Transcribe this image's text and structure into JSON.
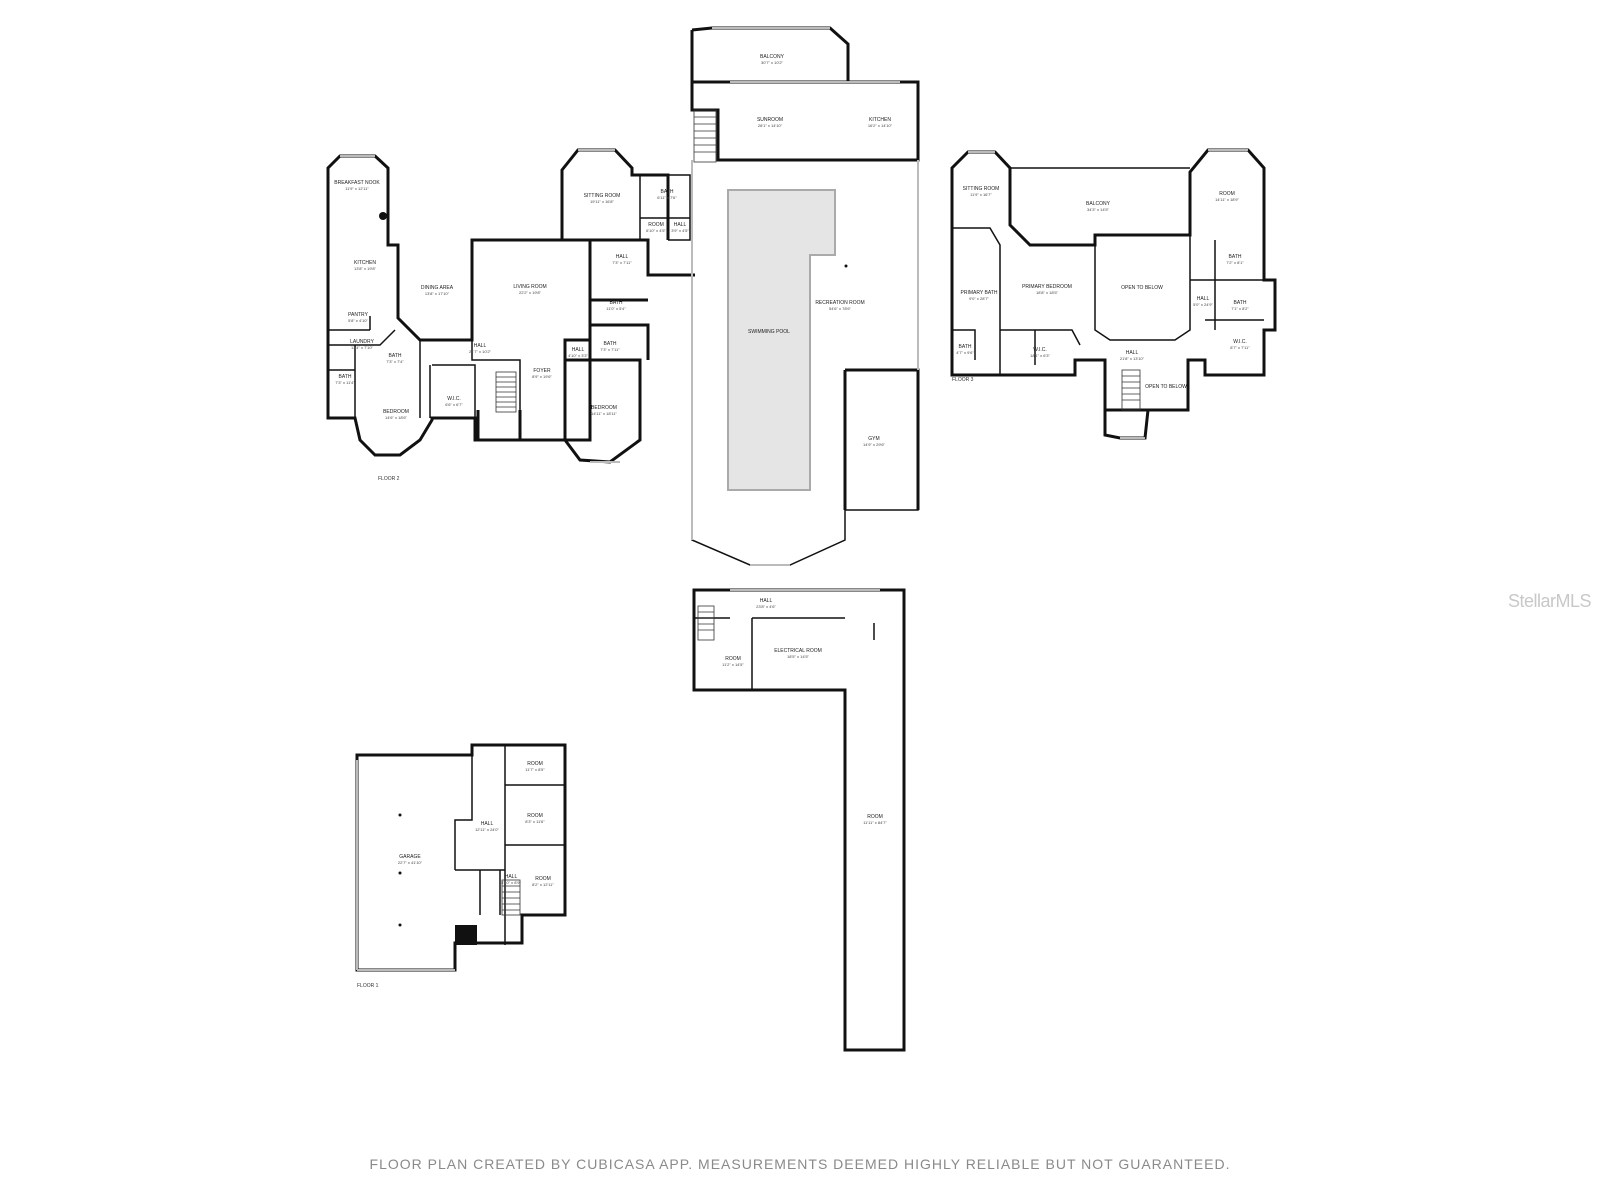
{
  "footer_text": "FLOOR PLAN CREATED BY CUBICASA APP. MEASUREMENTS DEEMED HIGHLY RELIABLE BUT NOT GUARANTEED.",
  "watermark": "StellarMLS",
  "floor_labels": {
    "main": "FLOOR 2",
    "upper": "FLOOR 3",
    "lower": "FLOOR 1"
  },
  "rooms": {
    "balcony_top": {
      "name": "BALCONY",
      "dim": "30'7\" x 10'2\""
    },
    "sunroom": {
      "name": "SUNROOM",
      "dim": "28'1\" x 14'10\""
    },
    "kitchen_top": {
      "name": "KITCHEN",
      "dim": "16'2\" x 14'10\""
    },
    "breakfast_nook": {
      "name": "BREAKFAST NOOK",
      "dim": "11'9\" x 12'11\""
    },
    "kitchen_main": {
      "name": "KITCHEN",
      "dim": "13'8\" x 19'8\""
    },
    "pantry": {
      "name": "PANTRY",
      "dim": "5'8\" x 4'10\""
    },
    "laundry": {
      "name": "LAUNDRY",
      "dim": "13'4\" x 7'10\""
    },
    "bath_left": {
      "name": "BATH",
      "dim": "7'3\" x 11'4\""
    },
    "bath_small": {
      "name": "BATH",
      "dim": "7'3\" x 7'4\""
    },
    "dining_area": {
      "name": "DINING AREA",
      "dim": "13'8\" x 17'10\""
    },
    "living_room": {
      "name": "LIVING ROOM",
      "dim": "22'2\" x 19'8\""
    },
    "hall_living": {
      "name": "HALL",
      "dim": "21'7\" x 10'2\""
    },
    "bedroom_left": {
      "name": "BEDROOM",
      "dim": "14'6\" x 18'6\""
    },
    "wic_main": {
      "name": "W.I.C.",
      "dim": "6'6\" x 6'7\""
    },
    "foyer": {
      "name": "FOYER",
      "dim": "8'9\" x 19'6\""
    },
    "sitting_room_main": {
      "name": "SITTING ROOM",
      "dim": "19'11\" x 16'8\""
    },
    "bath_sitting": {
      "name": "BATH",
      "dim": "6'11\" x 7'6\""
    },
    "room_small": {
      "name": "ROOM",
      "dim": "6'10\" x 4'5\""
    },
    "hall_small": {
      "name": "HALL",
      "dim": "3'9\" x 4'5\""
    },
    "hall_mid": {
      "name": "HALL",
      "dim": "7'3\" x 7'11\""
    },
    "bath_mid": {
      "name": "BATH",
      "dim": "11'0\" x 5'4\""
    },
    "bath_mid2": {
      "name": "BATH",
      "dim": "7'3\" x 7'11\""
    },
    "hall_bed": {
      "name": "HALL",
      "dim": "4'10\" x 3'3\""
    },
    "bedroom_right": {
      "name": "BEDROOM",
      "dim": "14'11\" x 18'11\""
    },
    "recreation_room": {
      "name": "RECREATION ROOM",
      "dim": "54'6\" x 78'6\""
    },
    "swimming_pool": {
      "name": "SWIMMING POOL",
      "dim": ""
    },
    "gym": {
      "name": "GYM",
      "dim": "14'9\" x 29'6\""
    },
    "sitting_room_upper": {
      "name": "SITTING ROOM",
      "dim": "11'9\" x 16'7\""
    },
    "balcony_upper": {
      "name": "BALCONY",
      "dim": "34'3\" x 14'5\""
    },
    "room_upper": {
      "name": "ROOM",
      "dim": "14'11\" x 18'9\""
    },
    "primary_bath": {
      "name": "PRIMARY BATH",
      "dim": "9'0\" x 28'7\""
    },
    "primary_bedroom": {
      "name": "PRIMARY BEDROOM",
      "dim": "18'8\" x 18'5\""
    },
    "open_to_below_1": {
      "name": "OPEN TO BELOW",
      "dim": ""
    },
    "bath_u1": {
      "name": "BATH",
      "dim": "7'2\" x 8'1\""
    },
    "bath_u2": {
      "name": "BATH",
      "dim": "7'1\" x 8'2\""
    },
    "hall_u1": {
      "name": "HALL",
      "dim": "5'0\" x 24'9\""
    },
    "bath_u3": {
      "name": "BATH",
      "dim": "4'7\" x 9'6\""
    },
    "wic_u1": {
      "name": "W.I.C.",
      "dim": "18'1\" x 6'3\""
    },
    "hall_u2": {
      "name": "HALL",
      "dim": "21'8\" x 13'10\""
    },
    "wic_u2": {
      "name": "W.I.C.",
      "dim": "8'7\" x 7'11\""
    },
    "open_to_below_2": {
      "name": "OPEN TO BELOW",
      "dim": ""
    },
    "hall_lower_top": {
      "name": "HALL",
      "dim": "23'8\" x 4'6\""
    },
    "room_lower": {
      "name": "ROOM",
      "dim": "11'2\" x 14'5\""
    },
    "electrical_room": {
      "name": "ELECTRICAL ROOM",
      "dim": "18'5\" x 14'5\""
    },
    "room_long": {
      "name": "ROOM",
      "dim": "11'11\" x 84'7\""
    },
    "garage": {
      "name": "GARAGE",
      "dim": "22'7\" x 41'10\""
    },
    "room_g1": {
      "name": "ROOM",
      "dim": "11'7\" x 8'5\""
    },
    "room_g2": {
      "name": "ROOM",
      "dim": "8'3\" x 11'6\""
    },
    "hall_g": {
      "name": "HALL",
      "dim": "12'11\" x 24'0\""
    },
    "hall_g2": {
      "name": "HALL",
      "dim": "3'10\" x 8'9\""
    },
    "room_g3": {
      "name": "ROOM",
      "dim": "8'2\" x 12'11\""
    }
  }
}
